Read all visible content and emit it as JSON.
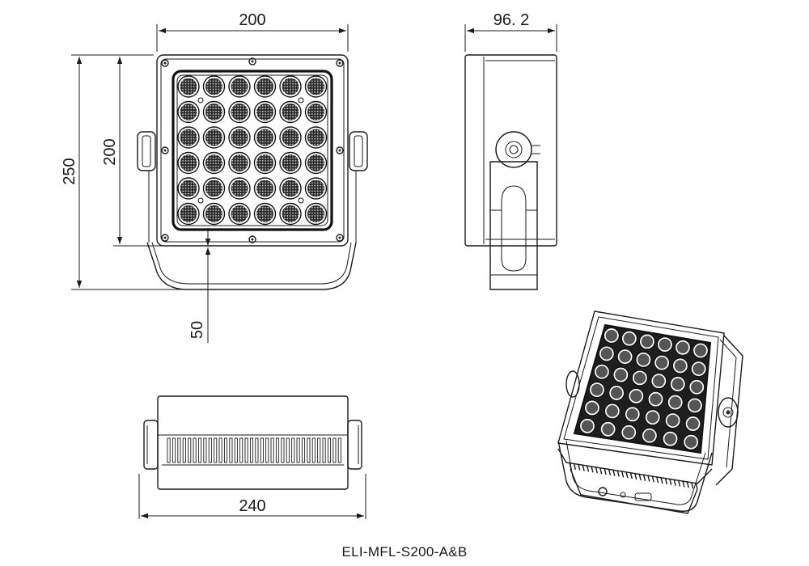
{
  "dimensions": {
    "front_width": "200",
    "side_depth": "96. 2",
    "front_overall_height": "250",
    "front_panel_height": "200",
    "bracket_offset": "50",
    "bottom_width": "240"
  },
  "model_label": "ELI-MFL-S200-A&B",
  "lens_grid": {
    "rows": 6,
    "cols": 6
  }
}
